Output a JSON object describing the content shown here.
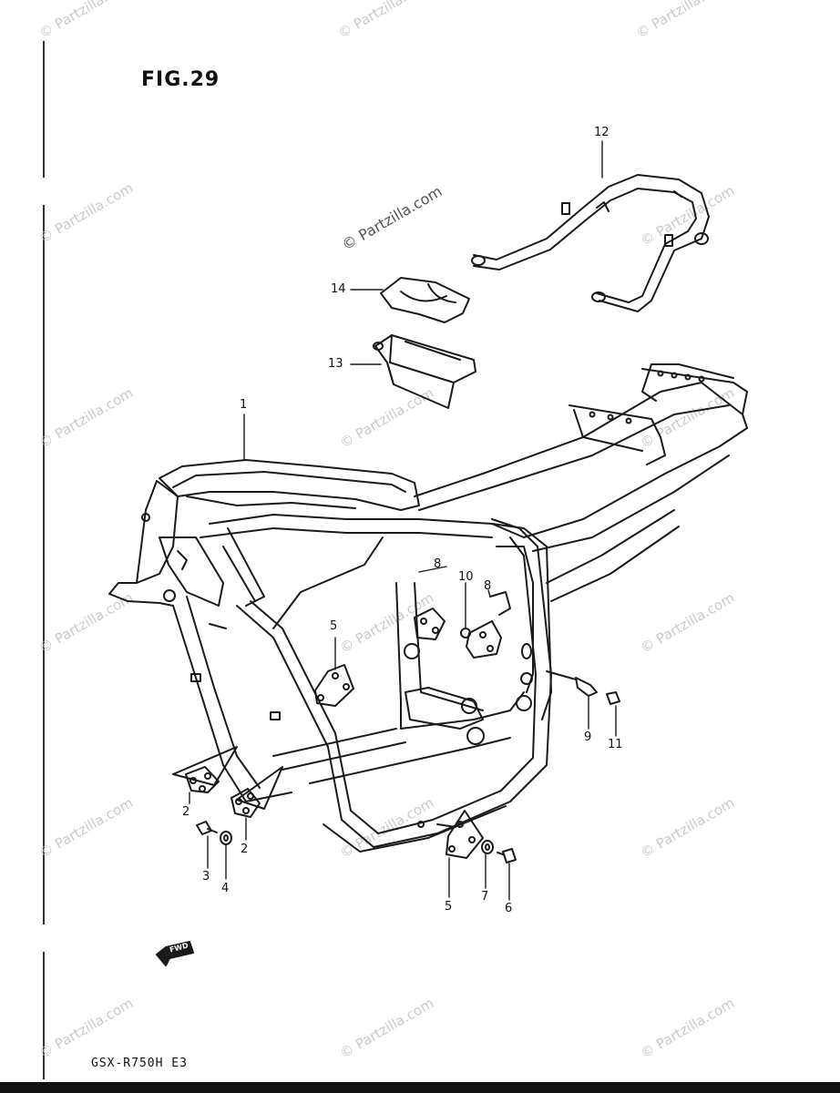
{
  "figure": {
    "title": "FIG.29"
  },
  "model_code": "GSX-R750H E3",
  "fwd_label": "FWD",
  "watermark": {
    "text": "© Partzilla.com"
  },
  "callouts": [
    {
      "id": "1",
      "label": "1"
    },
    {
      "id": "2a",
      "label": "2"
    },
    {
      "id": "2b",
      "label": "2"
    },
    {
      "id": "3",
      "label": "3"
    },
    {
      "id": "4",
      "label": "4"
    },
    {
      "id": "5a",
      "label": "5"
    },
    {
      "id": "5b",
      "label": "5"
    },
    {
      "id": "6",
      "label": "6"
    },
    {
      "id": "7",
      "label": "7"
    },
    {
      "id": "8a",
      "label": "8"
    },
    {
      "id": "8b",
      "label": "8"
    },
    {
      "id": "9",
      "label": "9"
    },
    {
      "id": "10",
      "label": "10"
    },
    {
      "id": "11",
      "label": "11"
    },
    {
      "id": "12",
      "label": "12"
    },
    {
      "id": "13",
      "label": "13"
    },
    {
      "id": "14",
      "label": "14"
    }
  ]
}
